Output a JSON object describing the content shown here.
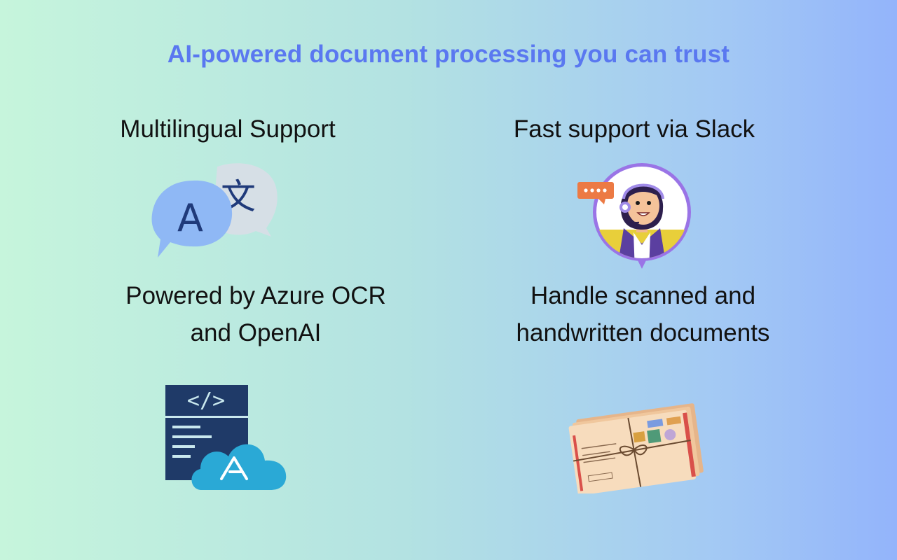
{
  "title": "AI-powered document processing you can trust",
  "features": [
    {
      "label": "Multilingual Support",
      "icon": "translation-speech-bubbles-icon"
    },
    {
      "label": "Fast support via Slack",
      "icon": "support-agent-headset-icon"
    },
    {
      "label_line1": "Powered by Azure OCR",
      "label_line2": "and OpenAI",
      "icon": "code-document-azure-cloud-icon"
    },
    {
      "label_line1": "Handle scanned and",
      "label_line2": "handwritten documents",
      "icon": "postal-envelopes-bundle-icon"
    }
  ],
  "icon_text": {
    "translate_latin": "A",
    "translate_cjk": "文",
    "code_tag": "</>"
  },
  "colors": {
    "title": "#5a78f0",
    "bubble_front": "#8fb8f5",
    "bubble_back": "#d6dfe6",
    "navy": "#1f3a68",
    "azure_cloud": "#2aa9d6",
    "agent_ring": "#9a74e6"
  }
}
